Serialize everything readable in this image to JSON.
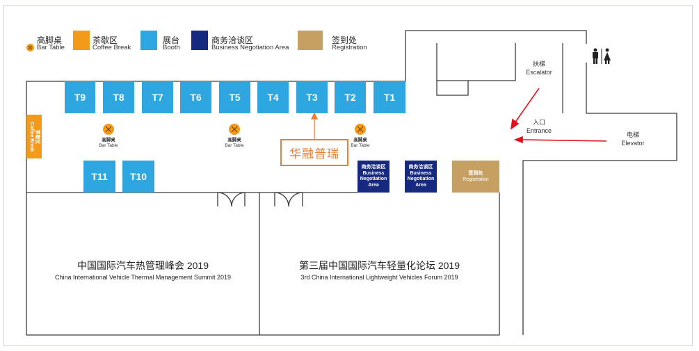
{
  "legend": [
    {
      "cn": "高脚桌",
      "en": "Bar Table",
      "color": "#f39a1b"
    },
    {
      "cn": "茶歇区",
      "en": "Coffee Break",
      "color": "#f39a1b"
    },
    {
      "cn": "展台",
      "en": "Booth",
      "color": "#2ea6df"
    },
    {
      "cn": "商务洽谈区",
      "en": "Business Negotiation Area",
      "color": "#16287f"
    },
    {
      "cn": "签到处",
      "en": "Registration",
      "color": "#c69f63"
    }
  ],
  "booths": [
    "T9",
    "T8",
    "T7",
    "T6",
    "T5",
    "T4",
    "T3",
    "T2",
    "T1",
    "T11",
    "T10"
  ],
  "coffee_break": {
    "cn": "茶歇区",
    "en": "Coffee Break"
  },
  "bar_table": {
    "cn": "高脚桌",
    "en": "Bar Table"
  },
  "negotiation": {
    "cn": "商务洽谈区",
    "en1": "Business",
    "en2": "Negotiation",
    "en3": "Area"
  },
  "registration": {
    "cn": "签到处",
    "en": "Registration"
  },
  "highlight": {
    "label": "华融普瑞",
    "color": "#ed7d31"
  },
  "escalator": {
    "cn": "扶梯",
    "en": "Escalator"
  },
  "entrance": {
    "cn": "入口",
    "en": "Entrance"
  },
  "elevator": {
    "cn": "电梯",
    "en": "Elevator"
  },
  "rooms": [
    {
      "cn": "中国国际汽车热管理峰会 2019",
      "en": "China International Vehicle Thermal Management Summit 2019"
    },
    {
      "cn": "第三届中国国际汽车轻量化论坛 2019",
      "en": "3rd China International Lightweight Vehicles Forum 2019"
    }
  ]
}
